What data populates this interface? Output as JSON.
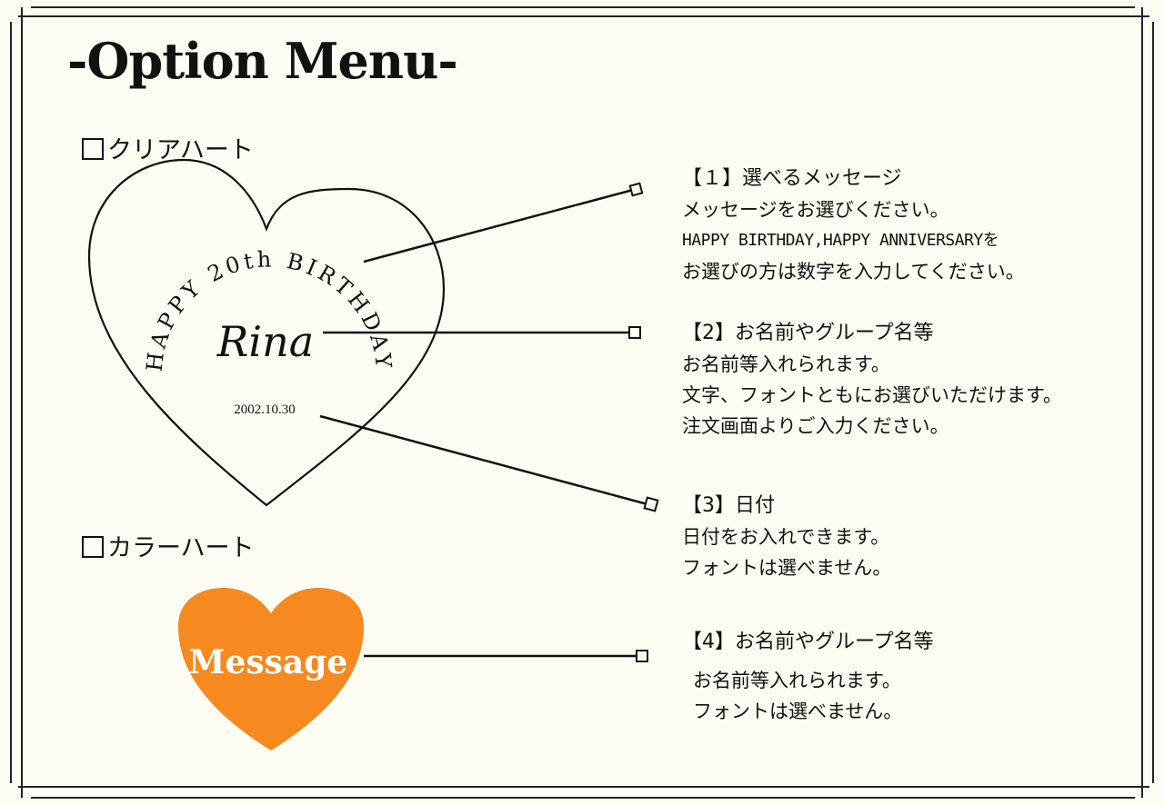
{
  "page": {
    "title": "-Option Menu-"
  },
  "sections": {
    "clear_heart": {
      "label": "クリアハート"
    },
    "color_heart": {
      "label": "カラーハート"
    }
  },
  "clear_heart_design": {
    "arc_text": "HAPPY 20th BIRTHDAY",
    "name": "Rina",
    "date": "2002.10.30"
  },
  "color_heart_design": {
    "text": "Message",
    "fill_color": "#f6891f"
  },
  "options": [
    {
      "heading": "【１】選べるメッセージ",
      "lines": [
        "メッセージをお選びください。",
        "HAPPY BIRTHDAY,HAPPY ANNIVERSARYを",
        "お選びの方は数字を入力してください。"
      ]
    },
    {
      "heading": "【2】お名前やグループ名等",
      "lines": [
        "お名前等入れられます。",
        "文字、フォントともにお選びいただけます。",
        "注文画面よりご入力ください。"
      ]
    },
    {
      "heading": "【3】日付",
      "lines": [
        "日付をお入れできます。",
        "フォントは選べません。"
      ]
    },
    {
      "heading": "【4】お名前やグループ名等",
      "lines": [
        "お名前等入れられます。",
        "フォントは選べません。"
      ]
    }
  ]
}
